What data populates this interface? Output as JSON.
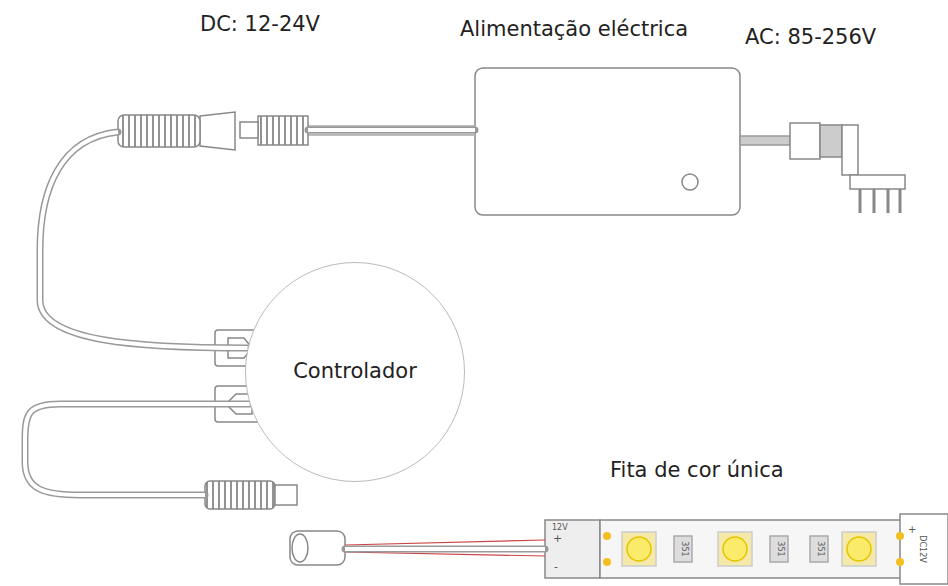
{
  "diagram": {
    "nodes": [
      {
        "text": [
          "Alimentação eléctrica"
        ]
      },
      {
        "text": [
          "Controlador"
        ]
      },
      {
        "text": [
          "Fita de cor única"
        ]
      }
    ],
    "edges": [
      {
        "from": 0,
        "to": 1,
        "arrow": "none"
      },
      {
        "from": 1,
        "to": 2,
        "arrow": "none"
      }
    ],
    "labels": [
      "DC: 12-24V",
      "AC: 85-256V",
      "12V",
      "+",
      "-",
      "351",
      "351",
      "351",
      "DC12V",
      "+"
    ]
  }
}
